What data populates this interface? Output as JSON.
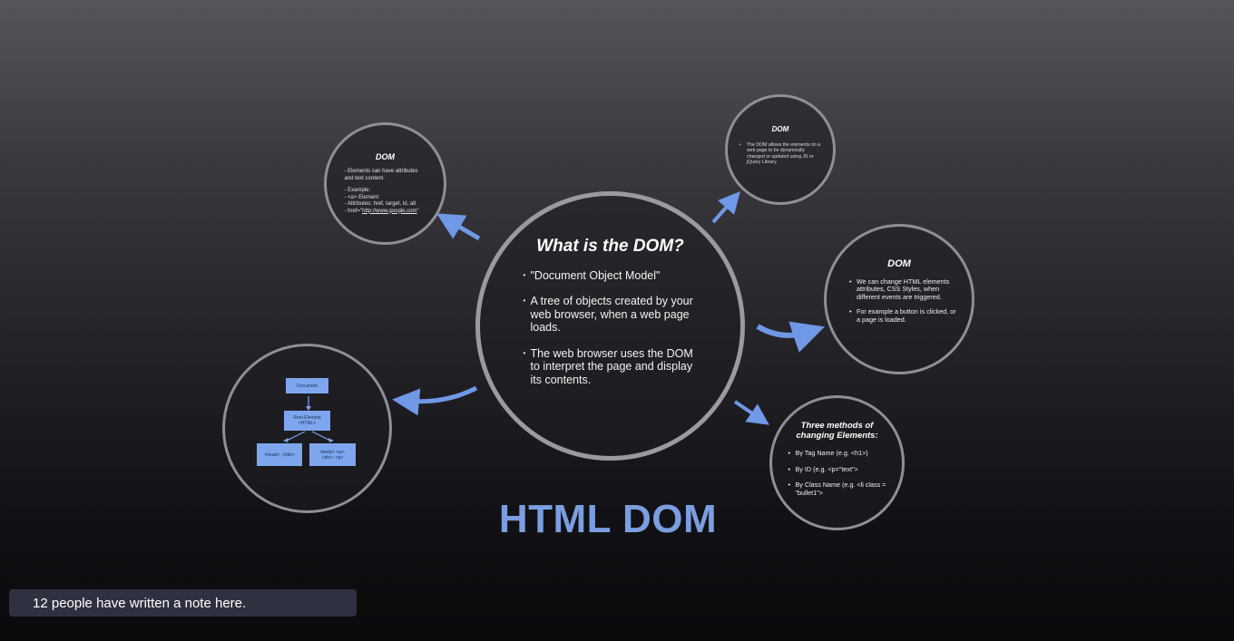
{
  "headline": "HTML DOM",
  "note_bar": {
    "text": "12 people have written a note here."
  },
  "main": {
    "title": "What is the DOM?",
    "bullets": [
      "\"Document Object Model\"",
      "A tree of objects created by your web browser, when a web page loads.",
      "The web browser uses the DOM to interpret the page and display its contents."
    ]
  },
  "top_left": {
    "title": "DOM",
    "line1": "- Elements can have attributes and text content.",
    "line2": "- Example:",
    "line3": "- <a> Element",
    "line4": "- Attributes: href, target, id, alt",
    "line5_prefix": "- href=\"",
    "line5_link": "http://www.google.com",
    "line5_suffix": "\""
  },
  "top_right": {
    "title": "DOM",
    "text": "The DOM allows the elements on a web page to be dynamically changed or updated using JS or jQuery Library."
  },
  "right": {
    "title": "DOM",
    "bullets": [
      "We can change HTML elements attributes, CSS Styles, when different events are triggered.",
      "For example a button is clicked, or a page is loaded."
    ]
  },
  "bottom_right": {
    "title": "Three methods of changing Elements:",
    "bullets": [
      "By Tag Name (e.g. <h1>)",
      "By ID (e.g. <p=\"text\">",
      "By Class Name (e.g. <li class = \"bullet1\">"
    ]
  },
  "diagram": {
    "document": "Document",
    "root_line1": "Root Element",
    "root_line2": "<HTML>",
    "head": "<head>, <title>",
    "body_line1": "<body> <p>,",
    "body_line2": "<div>, <p>"
  },
  "colors": {
    "accent": "#7a9ee0",
    "arrow": "#6f98e6",
    "circle_border": "#8f8f95",
    "note_bar_bg": "#2f3141"
  }
}
